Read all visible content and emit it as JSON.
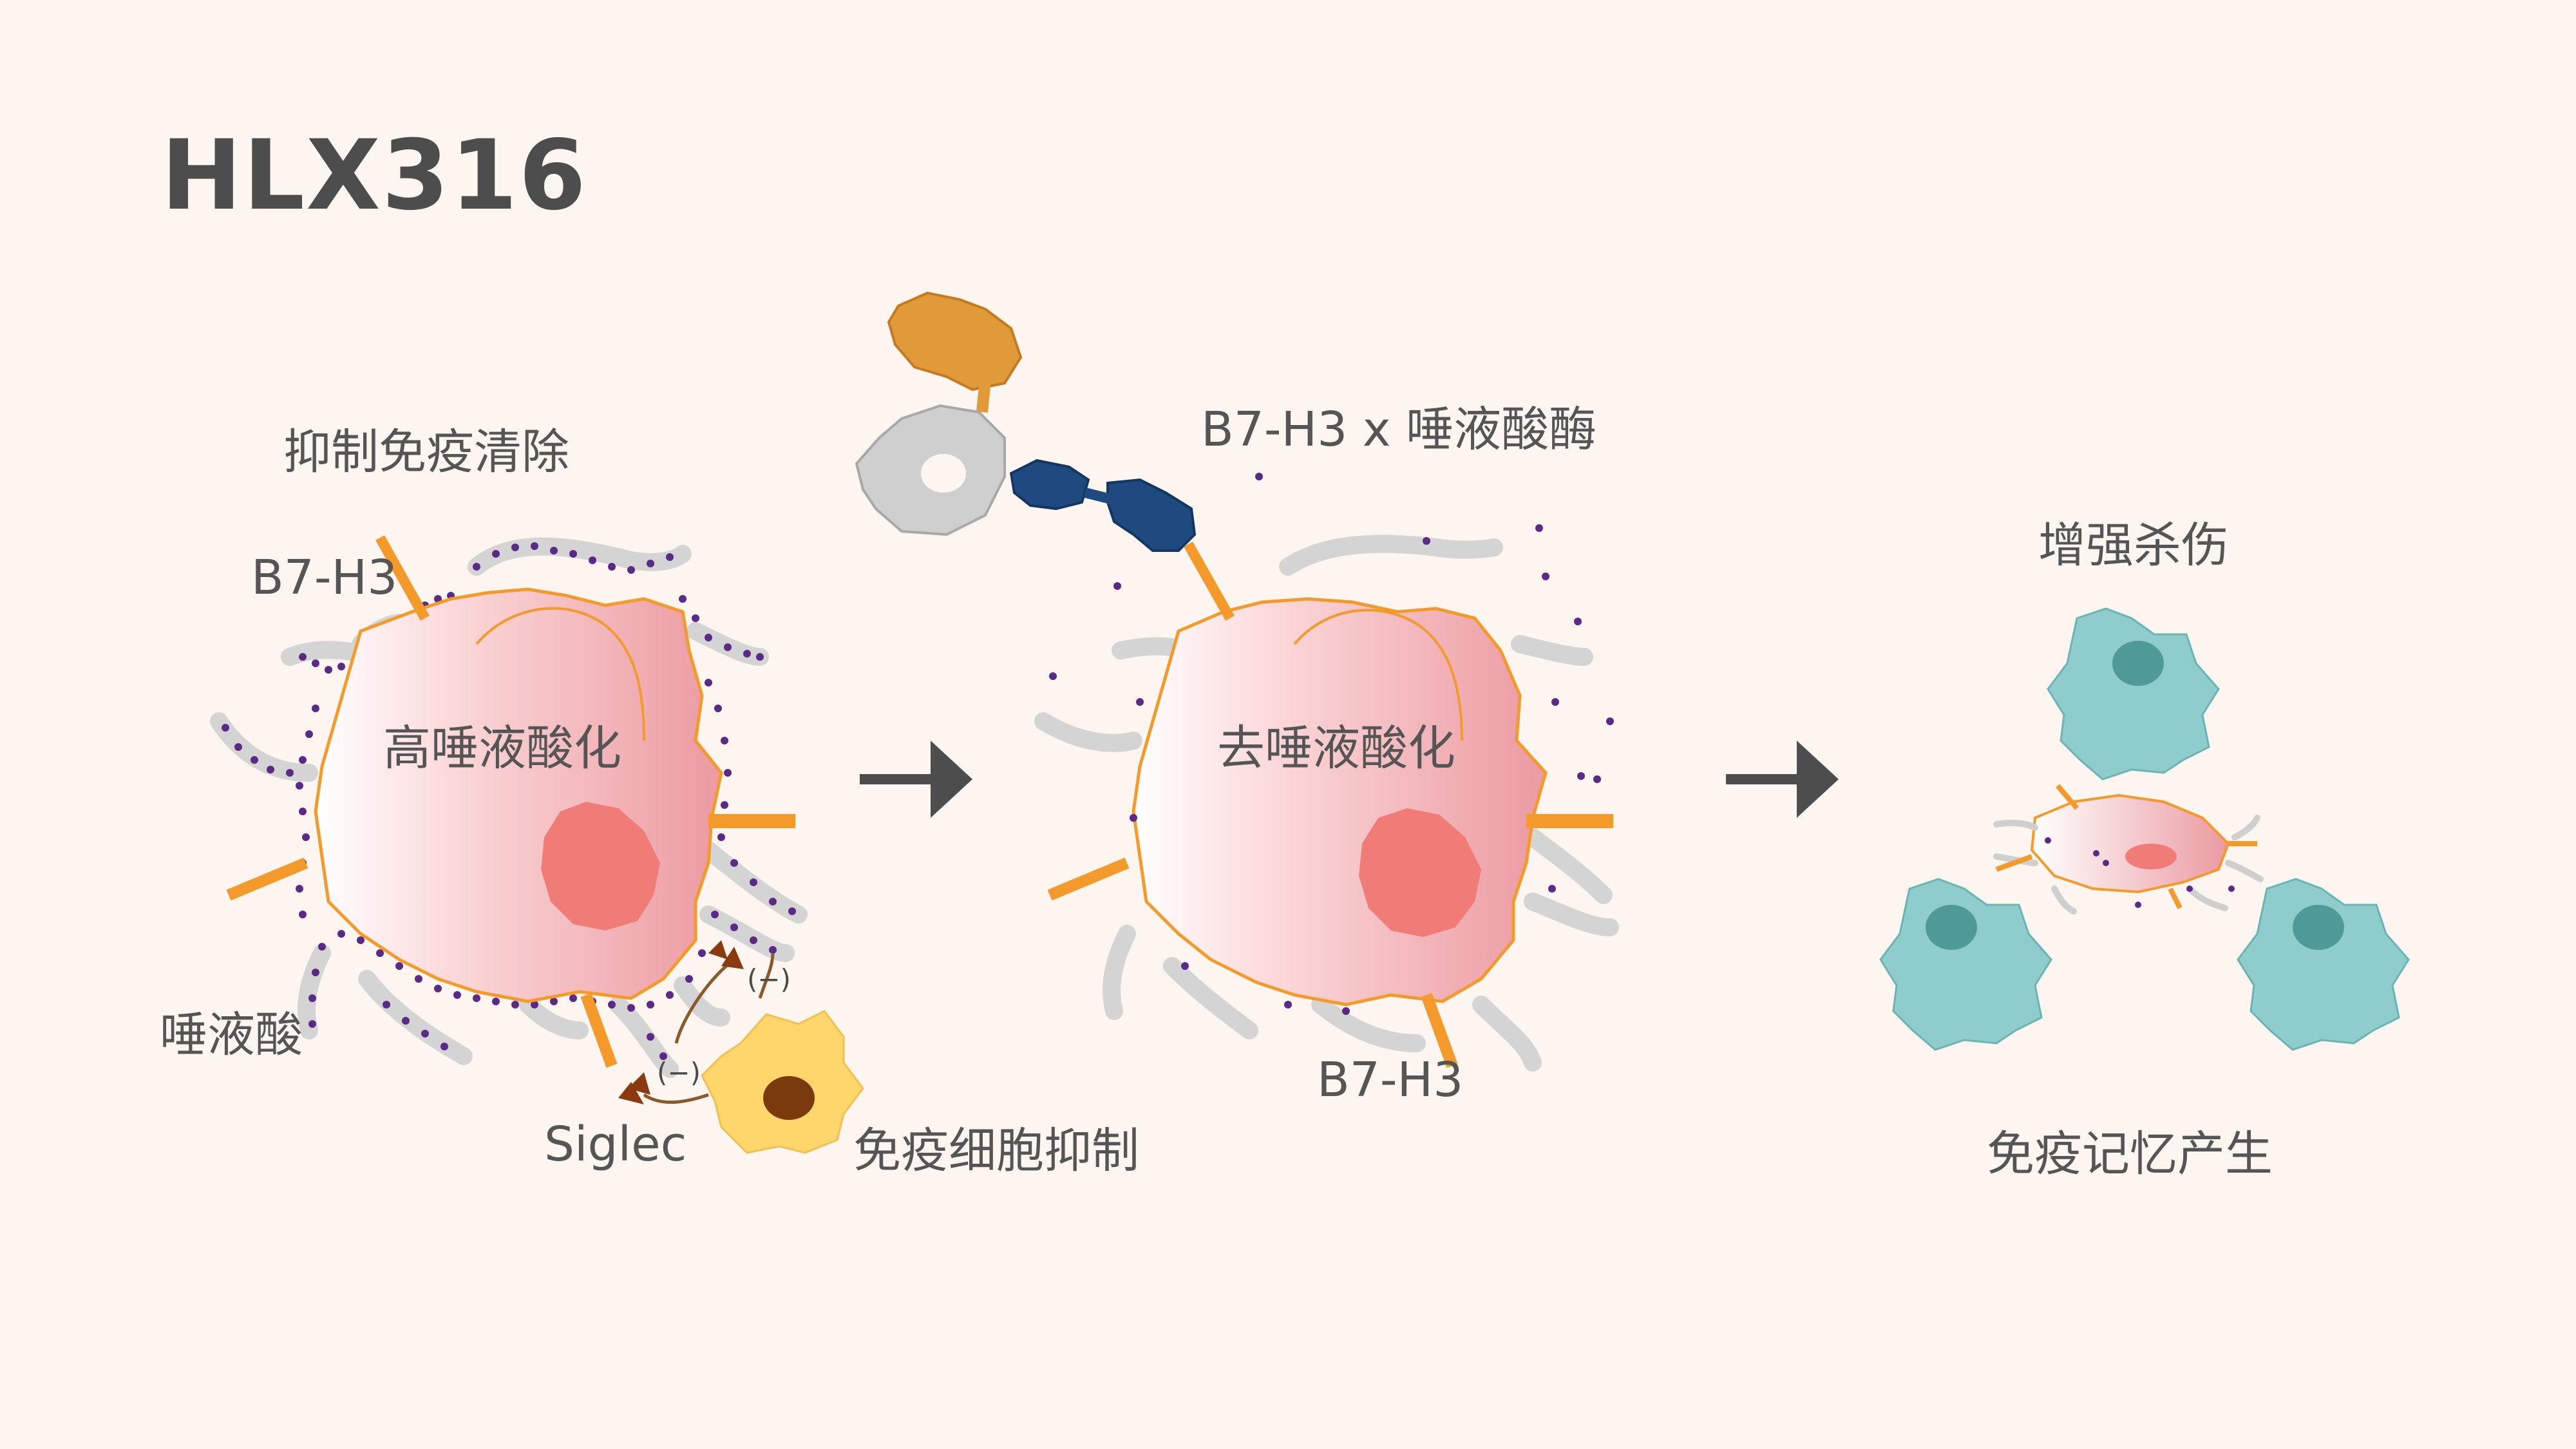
{
  "title": "HLX316",
  "panel1": {
    "suppress_label": "抑制免疫清除",
    "receptor_label": "B7-H3",
    "cell_label": "高唾液酸化",
    "sialic_label": "唾液酸",
    "siglec_label": "Siglec",
    "inhibit_label": "免疫细胞抑制",
    "minus_sign": "(−)"
  },
  "panel2": {
    "drug_label": "B7-H3 x 唾液酸酶",
    "cell_label": "去唾液酸化",
    "receptor_label": "B7-H3"
  },
  "panel3": {
    "kill_label": "增强杀伤",
    "memory_label": "免疫记忆产生"
  },
  "colors": {
    "background": "#fdf5f0",
    "receptor": "#f39a2b",
    "sialic_acid": "#5b2a86",
    "glycocalyx": "#cfcfcf",
    "nucleus": "#f07c78",
    "immune_cell": "#8ecdcc",
    "inhibited_cell": "#ffd66b",
    "arrow": "#4d4d4d"
  }
}
